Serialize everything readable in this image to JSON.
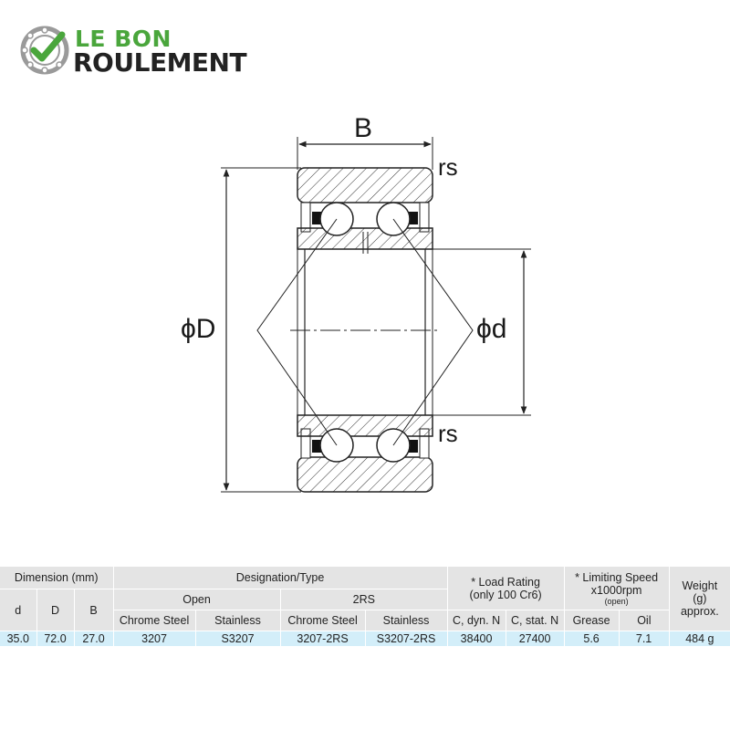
{
  "brand": {
    "line1": "LE BON",
    "line2": "ROULEMENT",
    "icon": "check-bearing-icon",
    "colors": {
      "green": "#4aa63c",
      "dark": "#222222",
      "gear": "#9a9a9a"
    }
  },
  "drawing": {
    "labels": {
      "width": "B",
      "outer_diameter": "ϕD",
      "inner_diameter": "ϕd",
      "radius_top": "rs",
      "radius_bottom": "rs"
    }
  },
  "table": {
    "header": {
      "dimension": "Dimension (mm)",
      "designation": "Designation/Type",
      "open": "Open",
      "two_rs": "2RS",
      "load_rating": "* Load Rating",
      "load_rating_sub": "(only 100 Cr6)",
      "limiting_speed": "* Limiting Speed",
      "limiting_speed_unit": "x1000rpm",
      "limiting_speed_note": "(open)",
      "weight": "Weight",
      "weight_unit": "(g)",
      "weight_note": "approx."
    },
    "columns": {
      "d": "d",
      "D": "D",
      "B": "B",
      "chrome_steel_open": "Chrome Steel",
      "stainless_open": "Stainless",
      "chrome_steel_2rs": "Chrome Steel",
      "stainless_2rs": "Stainless",
      "c_dyn": "C, dyn. N",
      "c_stat": "C, stat. N",
      "grease": "Grease",
      "oil": "Oil"
    },
    "row": {
      "d": "35.0",
      "D": "72.0",
      "B": "27.0",
      "chrome_steel_open": "3207",
      "stainless_open": "S3207",
      "chrome_steel_2rs": "3207-2RS",
      "stainless_2rs": "S3207-2RS",
      "c_dyn": "38400",
      "c_stat": "27400",
      "grease": "5.6",
      "oil": "7.1",
      "weight": "484 g"
    }
  }
}
